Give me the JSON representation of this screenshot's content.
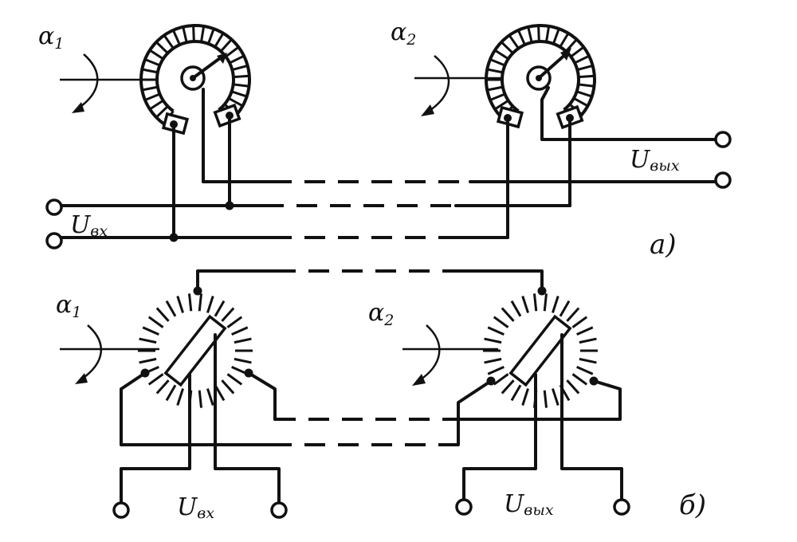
{
  "diagram": {
    "a": {
      "angle_left": {
        "symbol": "α",
        "sub": "1"
      },
      "angle_right": {
        "symbol": "α",
        "sub": "2"
      },
      "input": {
        "symbol": "U",
        "sub": "вх"
      },
      "output": {
        "symbol": "U",
        "sub": "вых"
      },
      "caption": "а)"
    },
    "b": {
      "angle_left": {
        "symbol": "α",
        "sub": "1"
      },
      "angle_right": {
        "symbol": "α",
        "sub": "2"
      },
      "input": {
        "symbol": "U",
        "sub": "вх"
      },
      "output": {
        "symbol": "U",
        "sub": "вых"
      },
      "caption": "б)"
    }
  },
  "colors": {
    "ink": "#111111",
    "paper": "#ffffff"
  }
}
